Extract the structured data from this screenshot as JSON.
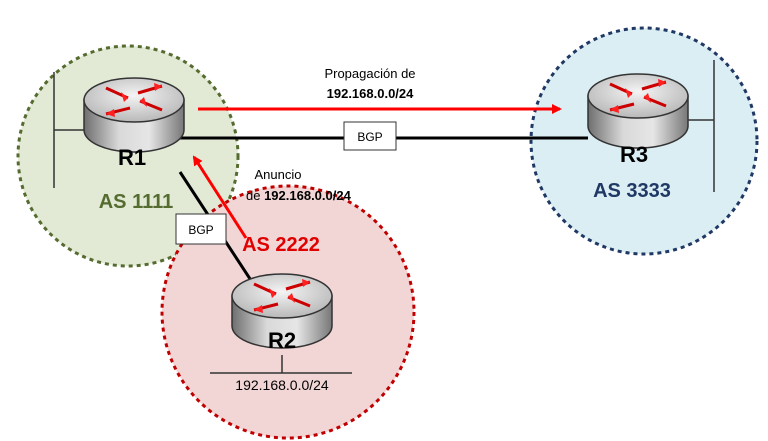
{
  "routers": {
    "r1": "R1",
    "r2": "R2",
    "r3": "R3"
  },
  "autonomous_systems": {
    "as1": {
      "label": "AS 1111",
      "fill": "#e2ead6",
      "border": "#556b2f",
      "text_color": "#556b2f"
    },
    "as2": {
      "label": "AS 2222",
      "fill": "#f2d6d6",
      "border": "#c00000",
      "text_color": "#e00000"
    },
    "as3": {
      "label": "AS 3333",
      "fill": "#dbeef4",
      "border": "#1f3864",
      "text_color": "#1f3864"
    }
  },
  "links": {
    "bgp_label_top": "BGP",
    "bgp_label_left": "BGP"
  },
  "annotations": {
    "propagation_line1": "Propagación de",
    "propagation_line2": "192.168.0.0/24",
    "announce_line1": "Anuncio",
    "announce_prefix": "de ",
    "announce_network": "192.168.0.0/24"
  },
  "network": {
    "r2_subnet": "192.168.0.0/24"
  },
  "colors": {
    "arrow": "#ff0000",
    "router_body": "#9a9a9a",
    "router_top": "#d0d0d0"
  }
}
